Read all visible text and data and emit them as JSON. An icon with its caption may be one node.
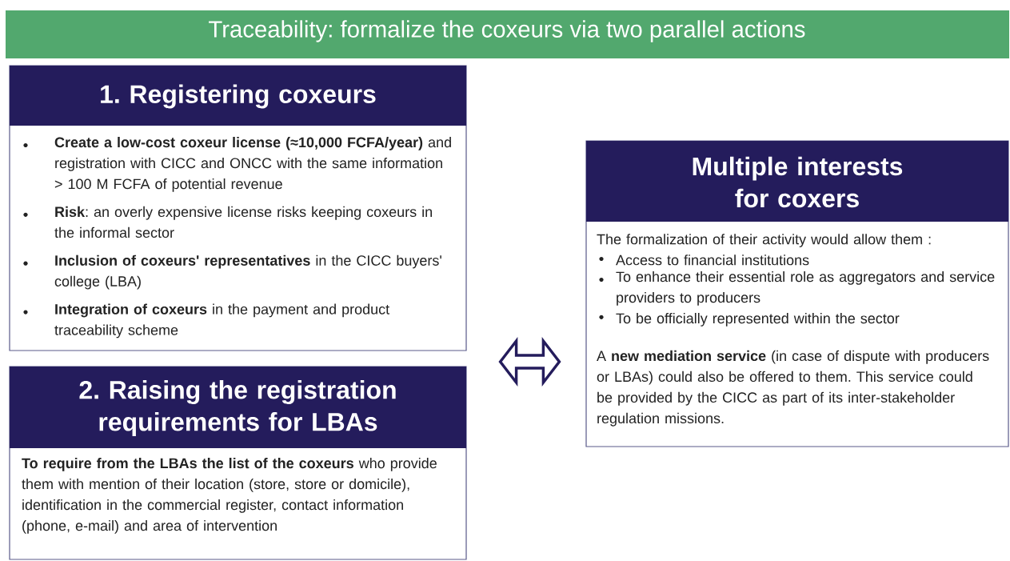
{
  "diagram": {
    "title": "Traceability: formalize the coxeurs via two parallel actions",
    "nodes": [
      {
        "text": [
          "1. Registering coxeurs",
          "**Create a low-cost coxeur license (≈10,000 FCFA/year)** and registration with CICC and ONCC with the same information > 100 M FCFA of potential revenue",
          "**Risk**: an overly expensive license risks keeping coxeurs in the informal sector",
          "**Inclusion of coxeurs' representatives** in the CICC buyers' college (LBA)",
          "**Integration of coxeurs** in the payment and product traceability scheme"
        ]
      },
      {
        "text": [
          "2. Raising the registration requirements for LBAs",
          "**To require from the LBAs the list of the coxeurs** who provide them with mention of their location (store, store or domicile), identification in the commercial register, contact information (phone, e-mail) and area of intervention"
        ]
      },
      {
        "text": [
          "Multiple interests for coxers",
          "The formalization of their activity would allow them :",
          "Access to financial institutions",
          "To enhance their essential role as aggregators and service providers to producers",
          "To be officially represented within the sector",
          "A **new mediation service** (in case of dispute with producers or LBAs) could also be offered to them. This service could be provided by the CICC as part of its inter-stakeholder regulation missions."
        ]
      }
    ],
    "edges": [
      {
        "from": 0,
        "to": 2,
        "arrow": "both"
      }
    ]
  }
}
